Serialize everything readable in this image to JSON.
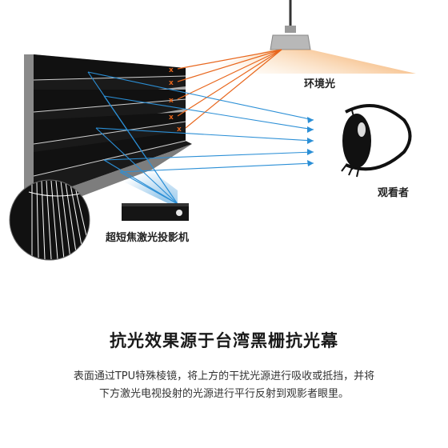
{
  "labels": {
    "ambient_light": "环境光",
    "viewer": "观看者",
    "projector": "超短焦激光投影机"
  },
  "title": "抗光效果源于台湾黑栅抗光幕",
  "description": {
    "line1": "表面通过TPU特殊棱镜，将上方的干扰光源进行吸收或抵挡，并将",
    "line2": "下方激光电视投射的光源进行平行反射到观影者眼里。"
  },
  "colors": {
    "ambient_ray": "#e8661c",
    "projector_ray": "#2b8fd6",
    "screen_dark": "#111111",
    "screen_face": "#a9a9a9",
    "marker_x": "#e8661c"
  }
}
